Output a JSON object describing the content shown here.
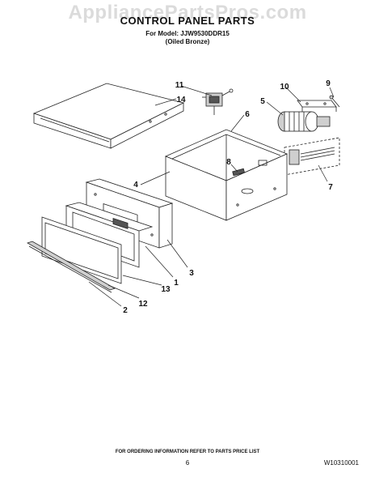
{
  "watermark": "AppliancePartsPros.com",
  "title": "CONTROL PANEL PARTS",
  "model_line": "For Model: JJW9530DDR15",
  "finish_line": "(Oiled Bronze)",
  "footer": "FOR ORDERING INFORMATION REFER TO PARTS PRICE LIST",
  "page_number": "6",
  "doc_number": "W10310001",
  "callouts": {
    "c1": "1",
    "c2": "2",
    "c3": "3",
    "c4": "4",
    "c5": "5",
    "c6": "6",
    "c7": "7",
    "c8": "8",
    "c9": "9",
    "c10": "10",
    "c11": "11",
    "c12": "12",
    "c13": "13",
    "c14": "14"
  }
}
